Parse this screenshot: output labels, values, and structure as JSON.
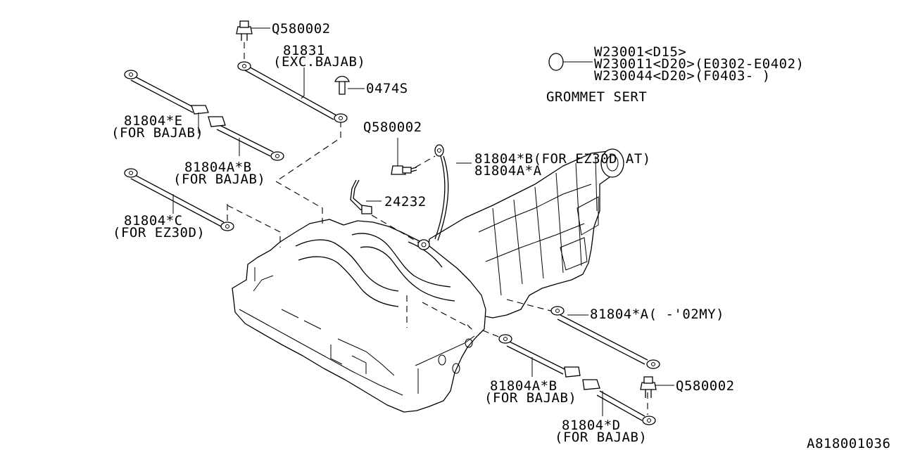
{
  "diagram_id": "A818001036",
  "labels": {
    "q580002_top": "Q580002",
    "p81831": "81831",
    "p81831_note": "(EXC.BAJAB)",
    "p0474s": "0474S",
    "grommet_1": "W23001<D15>",
    "grommet_2": "W230011<D20>(E0302-E0402)",
    "grommet_3": "W230044<D20>(F0403-  )",
    "grommet_title": "GROMMET SERT",
    "p81804e": "81804*E",
    "p81804e_note": "(FOR BAJAB)",
    "p81804ab_upper": "81804A*B",
    "p81804ab_upper_note": "(FOR BAJAB)",
    "q580002_mid": "Q580002",
    "p81804b_ez30d": "81804*B(FOR EZ30D AT)",
    "p81804aa": "81804A*A",
    "p24232": "24232",
    "p81804c": "81804*C",
    "p81804c_note": "(FOR EZ30D)",
    "p81804a_02my": "81804*A(  -'02MY)",
    "p81804ab_lower": "81804A*B",
    "p81804ab_lower_note": "(FOR BAJAB)",
    "q580002_bottom": "Q580002",
    "p81804d": "81804*D",
    "p81804d_note": "(FOR BAJAB)"
  },
  "icons": {
    "bolt": "hex-flange-bolt-icon",
    "clip": "push-clip-icon",
    "grommet": "grommet-icon",
    "ground_strap": "ground-strap-icon",
    "engine": "engine-transmission-assembly-icon"
  }
}
